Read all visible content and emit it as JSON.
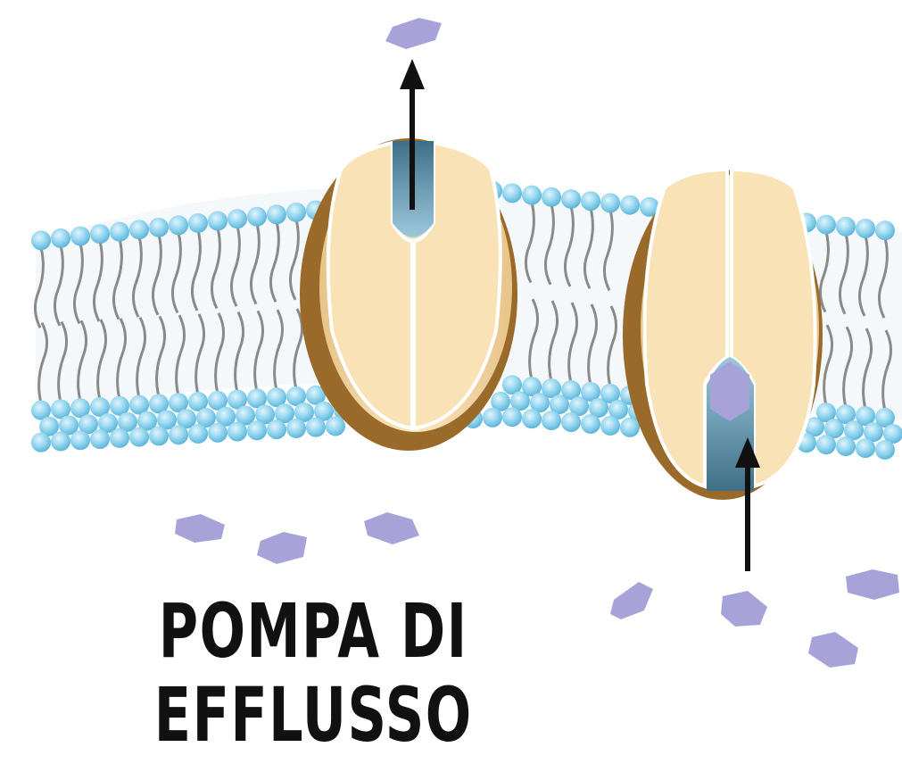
{
  "caption": {
    "line1": "POMPA DI",
    "line2": "EFFLUSSO"
  },
  "colors": {
    "lipid_head": "#8fd3ee",
    "lipid_tail": "#8a8a8a",
    "protein_fill": "#f6d9a8",
    "protein_rim": "#9a6a2a",
    "channel": "#4f8aa6",
    "molecule": "#a7a3d8",
    "arrow": "#111111"
  },
  "icons": [
    "membrane",
    "efflux-pump",
    "molecule",
    "arrow-up"
  ]
}
